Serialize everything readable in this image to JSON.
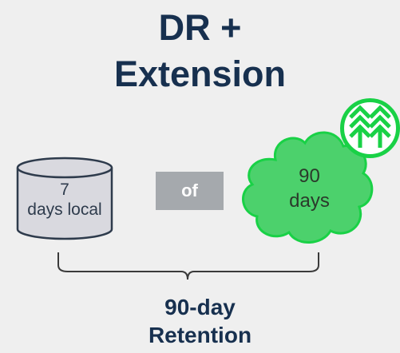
{
  "title": {
    "line1": "DR +",
    "line2": "Extension"
  },
  "local_storage": {
    "line1": "7",
    "line2": "days local",
    "fill_color": "#d9d9df",
    "stroke_color": "#2e3b4c"
  },
  "connector": {
    "label": "of",
    "bg_color": "#a5a9ad"
  },
  "cloud_storage": {
    "line1": "90",
    "line2": "days",
    "fill_color": "#4cd16c",
    "stroke_color": "#19d146"
  },
  "logo": {
    "icon": "chevron-tree-logo-icon",
    "color": "#19d146"
  },
  "footer": {
    "line1": "90-day",
    "line2": "Retention"
  },
  "colors": {
    "title": "#17304f",
    "background": "#efefef"
  }
}
